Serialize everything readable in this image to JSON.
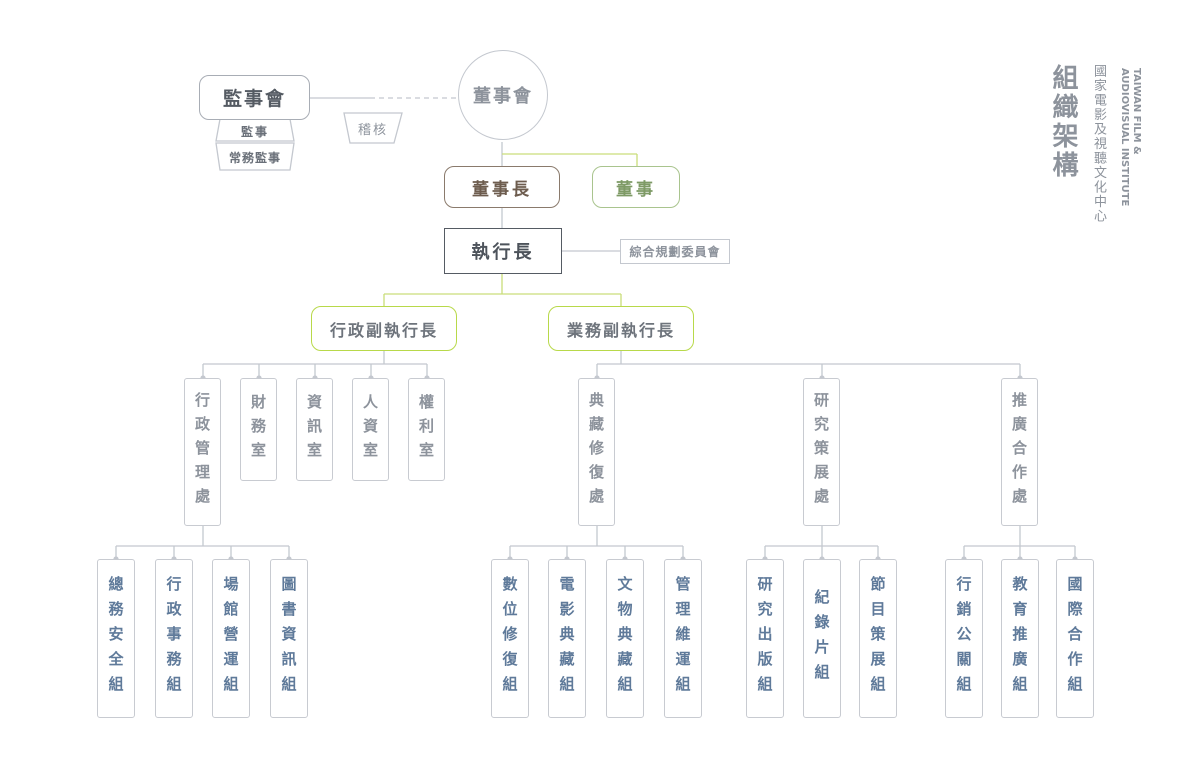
{
  "title": {
    "zh_main": "組織架構",
    "zh_org": "國家電影及視聽文化中心",
    "en_line1": "TAIWAN FILM &",
    "en_line2": "AUDIOVISUAL INSTITUTE"
  },
  "board": "董事會",
  "supervisors": {
    "title": "監事會",
    "member": "監事",
    "standing": "常務監事"
  },
  "audit": "稽核",
  "chairman": "董事長",
  "directors": "董事",
  "ceo": "執行長",
  "planning_committee": "綜合規劃委員會",
  "deputies": {
    "admin": "行政副執行長",
    "business": "業務副執行長"
  },
  "admin_units": [
    "行政管理處",
    "財務室",
    "資訊室",
    "人資室",
    "權利室"
  ],
  "admin_teams": [
    "總務安全組",
    "行政事務組",
    "場館營運組",
    "圖書資訊組"
  ],
  "business_units": [
    "典藏修復處",
    "研究策展處",
    "推廣合作處"
  ],
  "collection_teams": [
    "數位修復組",
    "電影典藏組",
    "文物典藏組",
    "管理維運組"
  ],
  "research_teams": [
    "研究出版組",
    "紀錄片組",
    "節目策展組"
  ],
  "promotion_teams": [
    "行銷公關組",
    "教育推廣組",
    "國際合作組"
  ],
  "colors": {
    "chairman_border": "#8a7a6c",
    "chairman_text": "#6d5c4e",
    "directors_border": "#a9c48e",
    "directors_text": "#7e9a66",
    "deputy_border": "#b8d94a",
    "line_gray": "#c4c8cf",
    "line_green": "#c9dd7a",
    "text_gray": "#8d939c",
    "text_blue": "#5f7a9a",
    "text_dark": "#555b63"
  }
}
